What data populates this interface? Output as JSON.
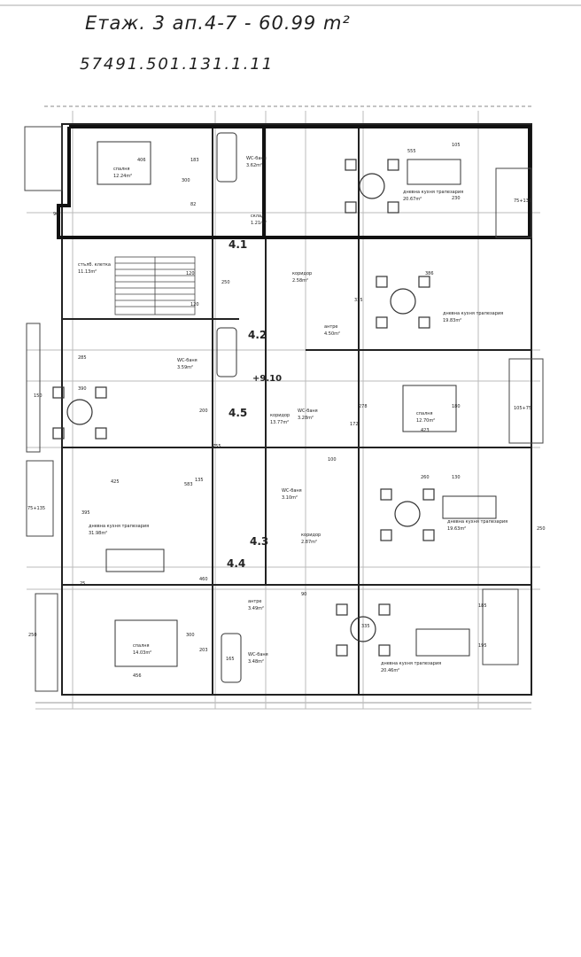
{
  "header": {
    "title": "Етаж. 3 ап.4-7 - 60.99 m²",
    "cadastre_id": "57491.501.131.1.11"
  },
  "rooms": [
    {
      "id": "bedroom_top",
      "name": "спалня",
      "area": "12.24m²"
    },
    {
      "id": "bath_top",
      "name": "WC-баня",
      "area": "3.62m²"
    },
    {
      "id": "living_top",
      "name": "дневна кухня трапезария",
      "area": "20.67m²"
    },
    {
      "id": "closet_top",
      "name": "склад",
      "area": "1.21m²"
    },
    {
      "id": "stairs",
      "name": "стълб. клетка",
      "area": "11.13m²"
    },
    {
      "id": "corridor_small",
      "name": "коридор",
      "area": "2.58m²"
    },
    {
      "id": "anteroom_mid",
      "name": "антре",
      "area": "4.50m²"
    },
    {
      "id": "living_right",
      "name": "дневна кухня трапезария",
      "area": "19.83m²"
    },
    {
      "id": "bath_left",
      "name": "WC-баня",
      "area": "3.59m²"
    },
    {
      "id": "corridor_main",
      "name": "коридор",
      "area": "13.77m²"
    },
    {
      "id": "wc_mid",
      "name": "WC-баня",
      "area": "3.28m²"
    },
    {
      "id": "bedroom_right",
      "name": "спалня",
      "area": "12.70m²"
    },
    {
      "id": "living_left",
      "name": "дневна кухня трапезария",
      "area": "31.98m²"
    },
    {
      "id": "wc_lower",
      "name": "WC-баня",
      "area": "3.10m²"
    },
    {
      "id": "corridor_lower",
      "name": "коридор",
      "area": "2.87m²"
    },
    {
      "id": "living_lower_right",
      "name": "дневна кухня трапезария",
      "area": "19.63m²"
    },
    {
      "id": "anteroom_low",
      "name": "антре",
      "area": "3.49m²"
    },
    {
      "id": "bedroom_low",
      "name": "спалня",
      "area": "14.03m²"
    },
    {
      "id": "bath_low",
      "name": "WC-баня",
      "area": "3.48m²"
    },
    {
      "id": "living_bottom",
      "name": "дневна кухня трапезария",
      "area": "20.46m²"
    }
  ],
  "apartment_labels": [
    {
      "id": "ap41",
      "text": "4.1"
    },
    {
      "id": "ap42",
      "text": "4.2"
    },
    {
      "id": "ap45",
      "text": "4.5"
    },
    {
      "id": "ap43",
      "text": "4.3"
    },
    {
      "id": "ap44",
      "text": "4.4"
    }
  ],
  "level_mark": "+9.10",
  "dimensions": {
    "d406": "406",
    "d183": "183",
    "d300a": "300",
    "d82a": "82",
    "d120a": "120",
    "d250a": "250",
    "d390": "390",
    "d755": "755",
    "d200a": "200",
    "d583": "583",
    "d425": "425",
    "d395": "395",
    "d460": "460",
    "d300b": "300",
    "d165": "165",
    "d203": "203",
    "d456": "456",
    "d555": "555",
    "d105": "105",
    "d230": "230",
    "d335a": "335",
    "d386": "386",
    "d278": "278",
    "d172": "172",
    "d180": "180",
    "d423": "423",
    "d130": "130",
    "d260": "260",
    "d100": "100",
    "d335b": "335",
    "d185": "185",
    "d195": "195",
    "d150": "150",
    "d135": "135",
    "d250b": "250",
    "d90": "90",
    "d25": "25",
    "d285": "285",
    "d90b": "90",
    "d120b": "120",
    "w1": "75+135",
    "w2": "75+135",
    "w3": "105+75",
    "w4": "250"
  }
}
